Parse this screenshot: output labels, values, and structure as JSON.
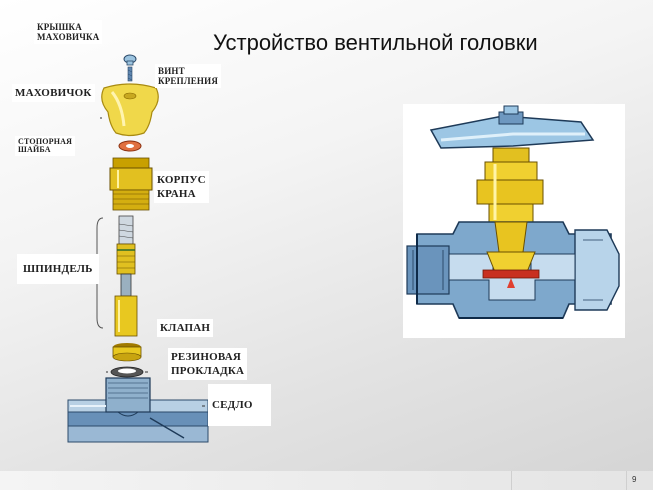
{
  "slide": {
    "title": "Устройство вентильной головки",
    "page_number": "9"
  },
  "labels": {
    "cover": "КРЫШКА\nМАХОВИЧКА",
    "screw": "ВИНТ\nКРЕПЛЕНИЯ",
    "handwheel": "МАХОВИЧОК",
    "washer": "СТОПОРНАЯ\nШАЙБА",
    "body": "КОРПУС\nКРАНА",
    "spindle": "ШПИНДЕЛЬ",
    "valve": "КЛАПАН",
    "gasket": "РЕЗИНОВАЯ\nПРОКЛАДКА",
    "seat": "СЕДЛО"
  },
  "colors": {
    "brass": "#d8b800",
    "brass_dark": "#8a6a00",
    "steel_blue": "#7fa6c8",
    "steel_dark": "#2c4a6a",
    "rubber_red": "#c83020"
  }
}
